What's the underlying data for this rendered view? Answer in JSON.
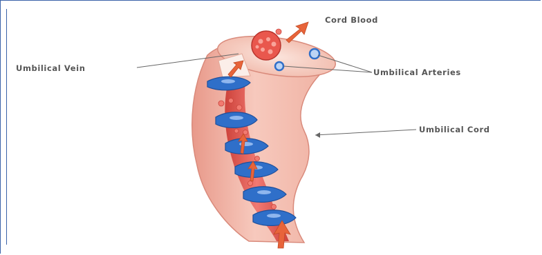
{
  "labels": {
    "cord_blood": "Cord Blood",
    "umbilical_vein": "Umbilical Vein",
    "umbilical_arteries": "Umbilical Arteries",
    "umbilical_cord": "Umbilical Cord"
  },
  "colors": {
    "cord_wall": "#f4b7a8",
    "cord_shadow": "#e59485",
    "vein_red": "#e0483f",
    "artery_blue": "#2f6fc9",
    "arrow_orange": "#e8643a",
    "frame_border": "#3a62a8",
    "label_text": "#555555"
  }
}
